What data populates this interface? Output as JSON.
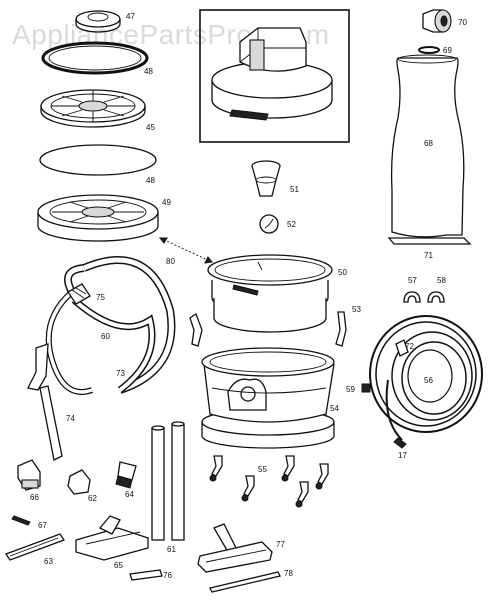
{
  "watermark": "AppliancePartsPros.com",
  "callouts": {
    "p47": "47",
    "p48a": "48",
    "p45": "45",
    "p48b": "48",
    "p49": "49",
    "p70": "70",
    "p69": "69",
    "p68": "68",
    "p71": "71",
    "p51": "51",
    "p52": "52",
    "p80": "80",
    "p50": "50",
    "p53": "53",
    "p57": "57",
    "p58": "58",
    "p75": "75",
    "p60": "60",
    "p73": "73",
    "p74": "74",
    "p72": "72",
    "p56": "56",
    "p59": "59",
    "p17": "17",
    "p54": "54",
    "p55": "55",
    "p66": "66",
    "p62": "62",
    "p64": "64",
    "p67": "67",
    "p63": "63",
    "p65": "65",
    "p61": "61",
    "p76": "76",
    "p77": "77",
    "p78": "78"
  }
}
